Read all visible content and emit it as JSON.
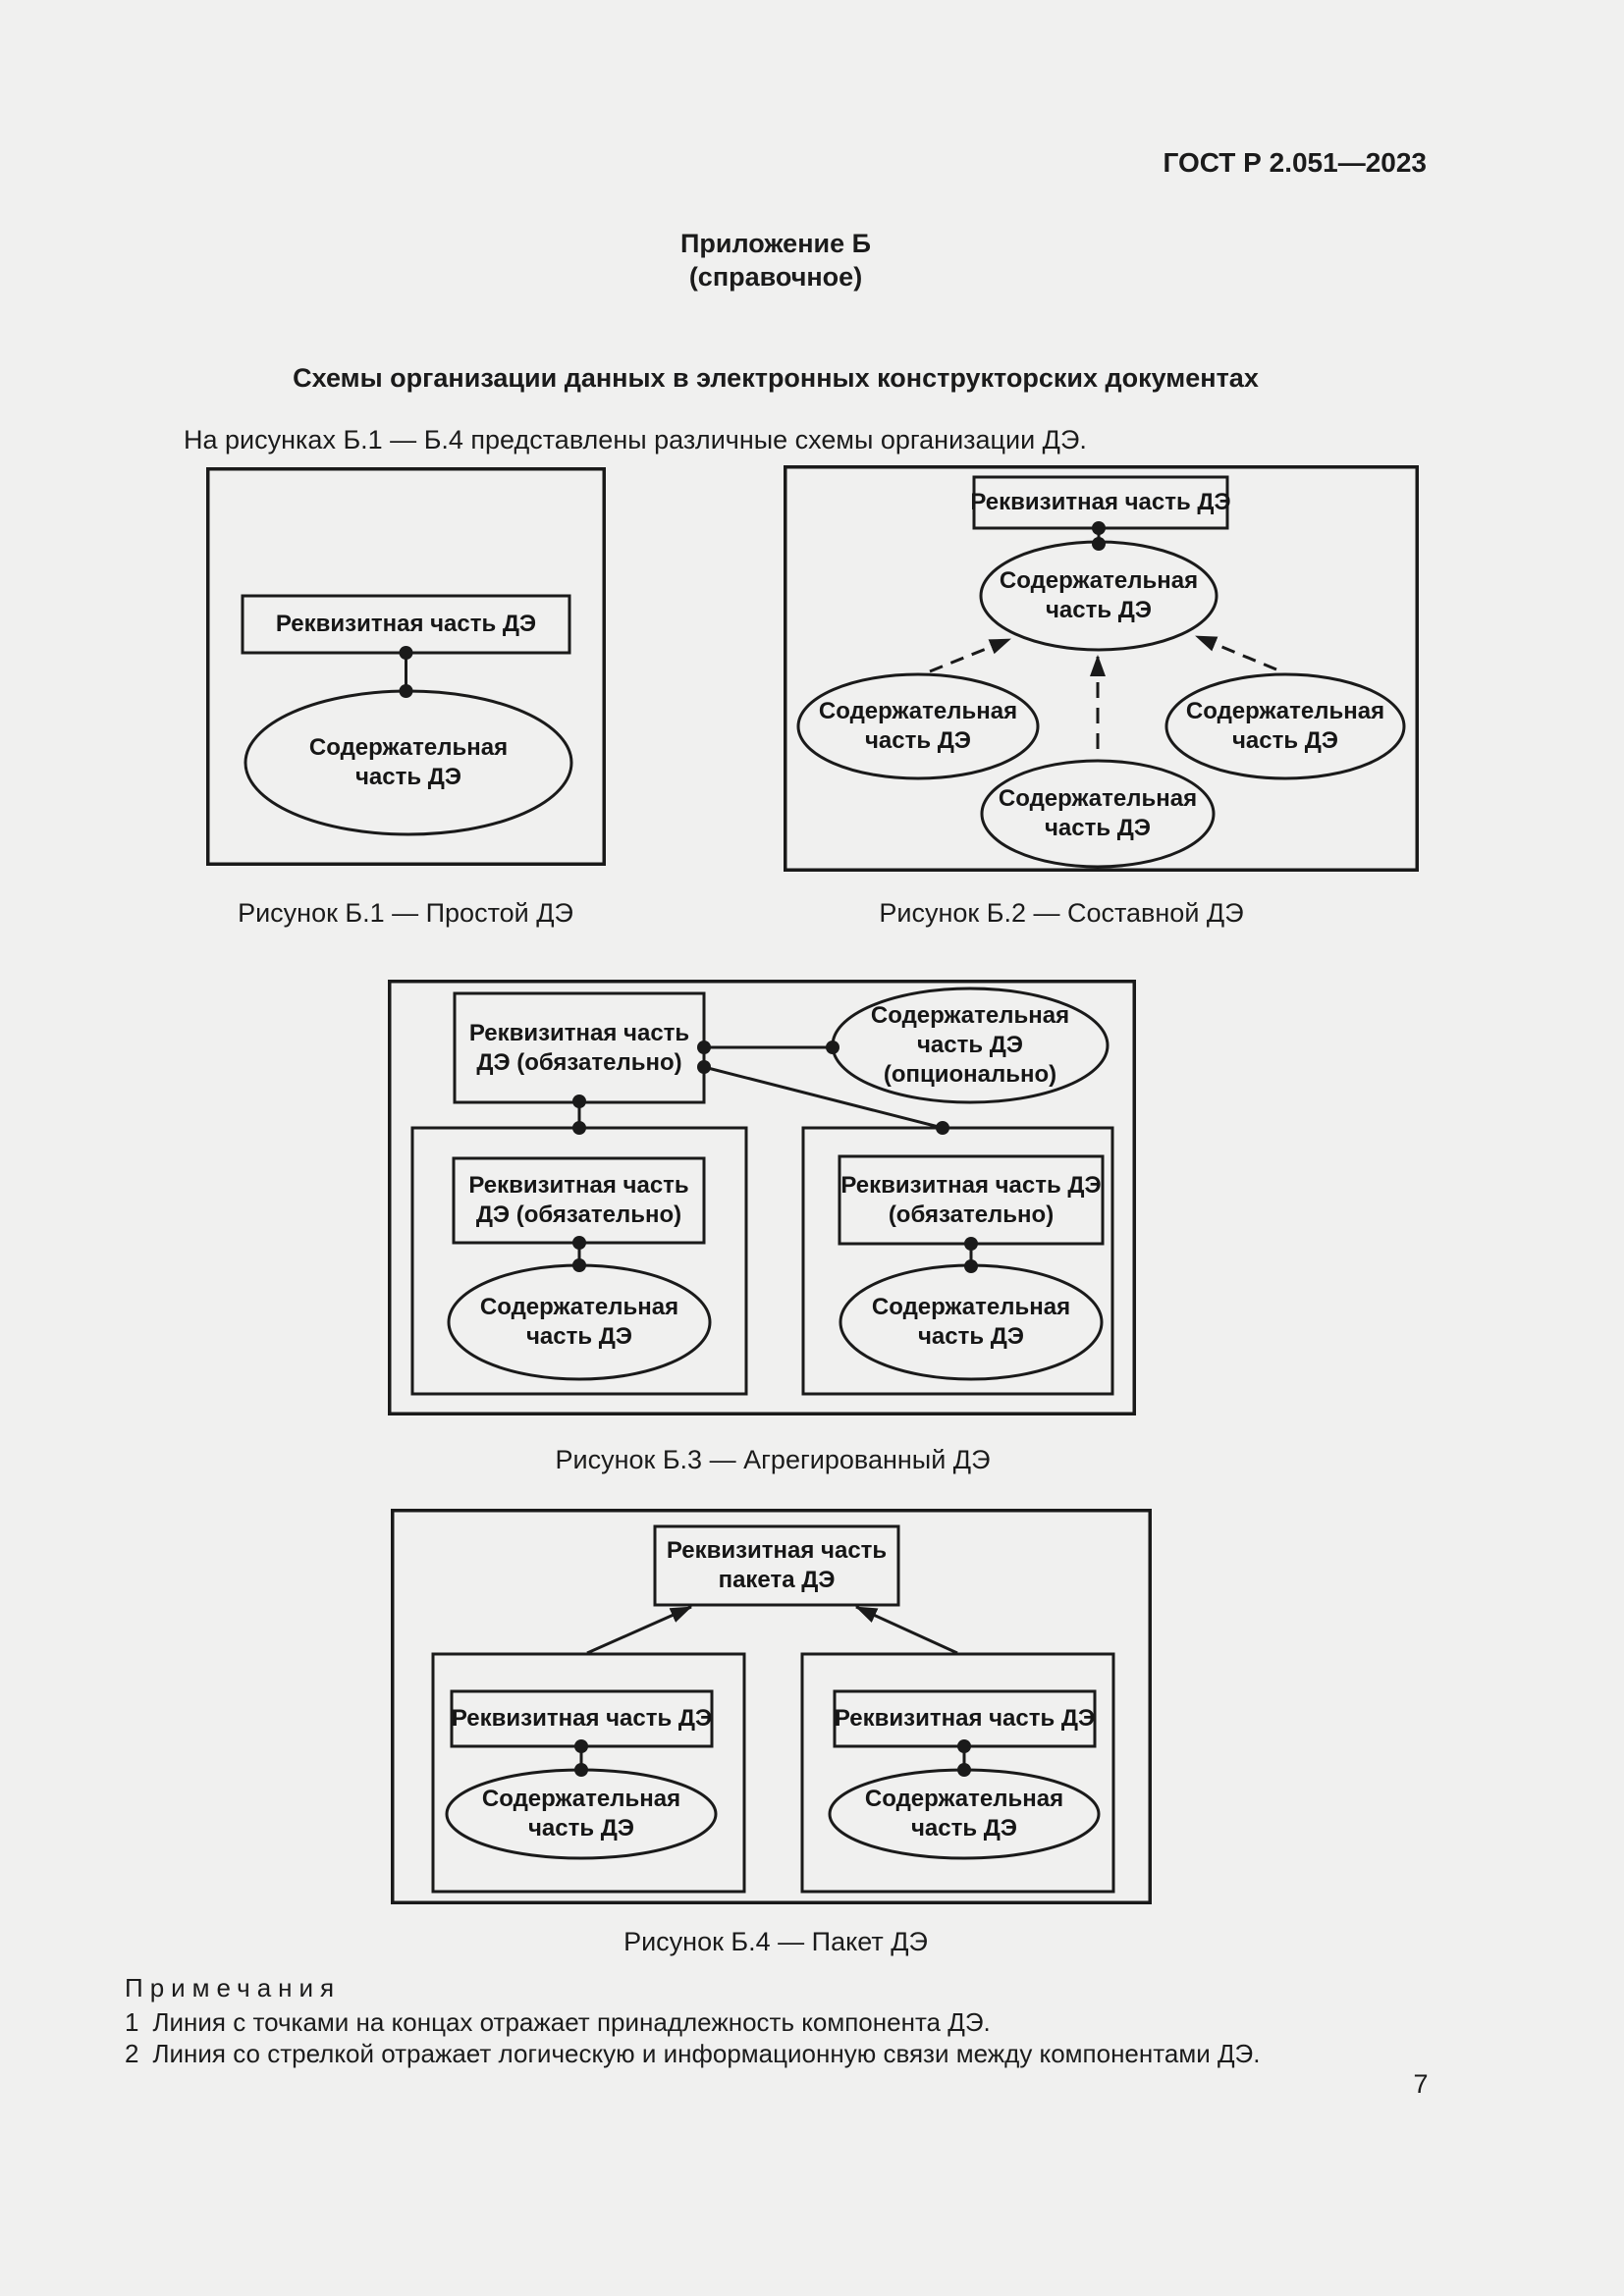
{
  "page": {
    "header": "ГОСТ Р 2.051—2023",
    "appendix_title": "Приложение Б",
    "appendix_subtitle": "(справочное)",
    "section_title": "Схемы организации данных в электронных конструкторских документах",
    "intro": "На рисунках Б.1 — Б.4 представлены различные схемы организации ДЭ.",
    "page_number": "7"
  },
  "figures": {
    "b1": {
      "caption": "Рисунок Б.1 — Простой ДЭ",
      "requisite": "Реквизитная часть ДЭ",
      "content": "Содержательная часть ДЭ"
    },
    "b2": {
      "caption": "Рисунок Б.2 — Составной ДЭ",
      "requisite": "Реквизитная часть ДЭ",
      "content_center": "Содержательная часть ДЭ",
      "content_left": "Содержательная часть ДЭ",
      "content_right": "Содержательная часть ДЭ",
      "content_bottom": "Содержательная часть ДЭ"
    },
    "b3": {
      "caption": "Рисунок Б.3 — Агрегированный ДЭ",
      "requisite_main": "Реквизитная часть ДЭ (обязательно)",
      "content_optional": "Содержательная часть ДЭ (опционально)",
      "requisite_left": "Реквизитная часть ДЭ (обязательно)",
      "requisite_right": "Реквизитная часть ДЭ (обязательно)",
      "content_left": "Содержательная часть ДЭ",
      "content_right": "Содержательная часть ДЭ"
    },
    "b4": {
      "caption": "Рисунок Б.4 — Пакет ДЭ",
      "requisite_package": "Реквизитная часть пакета ДЭ",
      "requisite_left": "Реквизитная часть ДЭ",
      "requisite_right": "Реквизитная часть ДЭ",
      "content_left": "Содержательная часть ДЭ",
      "content_right": "Содержательная часть ДЭ"
    }
  },
  "notes": {
    "heading": "Примечания",
    "items": [
      {
        "number": "1",
        "text": "Линия с точками на концах отражает принадлежность компонента ДЭ."
      },
      {
        "number": "2",
        "text": "Линия со стрелкой отражает логическую и информационную связи между компонентами ДЭ."
      }
    ]
  }
}
